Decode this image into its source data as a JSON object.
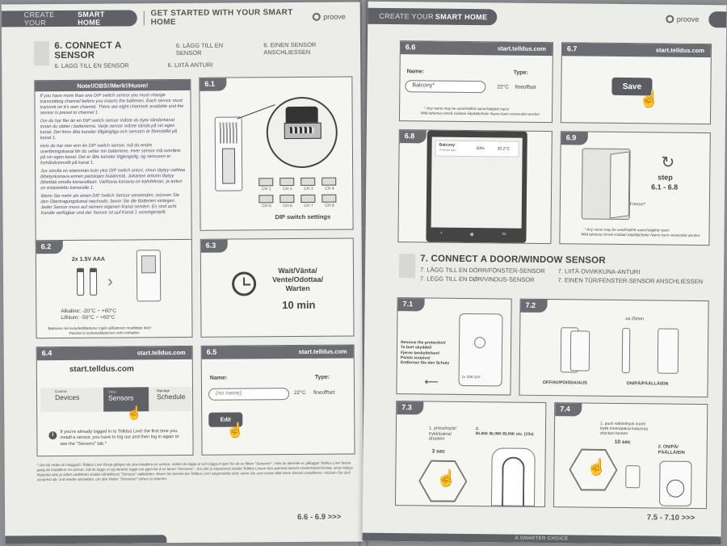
{
  "left": {
    "header": {
      "pill_thin": "CREATE YOUR",
      "pill_bold": "SMART HOME",
      "title": "GET STARTED WITH YOUR SMART HOME",
      "logo": "proove"
    },
    "section6": {
      "title": "6. CONNECT A SENSOR",
      "subs": [
        "6. LÄGG TILL EN SENSOR",
        "6. EINEN SENSOR ANSCHLIESSEN",
        "6. LAGG TILL EN SENSOR",
        "6. LIITÄ ANTURI"
      ]
    },
    "note": {
      "head": "Note!/OBS!/Merk!/Huom!",
      "paras": [
        "If you have more than one DIP switch sensor you must change transmitting channel before you inserts the batteries. Each sensor must transmit on it's own channel. There are eight channels available and the sensor is preset to channel 1.",
        "Om du har fler än en DIP switch sensor måste du byta sändarkanal innan du sätter i batterierna. Varje sensor måste sända på sin egen kanal. Det finns åtta kanaler tillgängliga och sensorn är förinställd på kanal 1.",
        "Hvis du har mer enn én DIP switch sensor, må du endre overføringskanal før du setter inn batteriene. Hver sensor må overføre på sin egen kanal. Det er åtte kanaler tilgjengelig, og sensoren er forhåndsinnstilt på kanal 1.",
        "Jos sinulla on enemmän kuin yksi DIP switch anturi, sinun täytyy vaihtaa lähetyskanava ennen paristojen lisäämistä. Jokaisen anturin täytyy lähettää omalla kanavallaan. Valittavia kanavia on kahdeksan, ja anturi on esiasetettu kanavalle 1.",
        "Wenn Sie mehr als einen DIP Switch Sensor verwenden, müssen Sie den Übertragungskanal wechseln, bevor Sie die Batterien einlegen. Jeder Sensor muss auf seinem eigenen Kanal senden. Es sind acht Kanäle verfügbar und der Sensor ist auf Kanal 1 voreingestellt."
      ]
    },
    "p61": {
      "num": "6.1",
      "channels": [
        "CH 1",
        "CH 2",
        "CH 3",
        "CH 4",
        "CH 5",
        "CH 6",
        "CH 7",
        "CH 8"
      ],
      "caption": "DIP switch settings"
    },
    "p62": {
      "num": "6.2",
      "batt": "2x 1.5V AAA",
      "alk": "Alkaline: -20°C ~ +60°C",
      "lith": "Lithium: -50°C ~ +60°C",
      "note1": "Batteries not included/Batterier ingår ej/Batterier medfølger ikke/",
      "note2": "Paristot ei mukana/Batterien nicht enthalten"
    },
    "p63": {
      "num": "6.3",
      "wait": "Wait/Vänta/\nVente/Odottaa/\nWarten",
      "min": "10 min"
    },
    "p64": {
      "num": "6.4",
      "url": "start.telldus.com",
      "url_big": "start.telldus.com",
      "tabs": [
        {
          "small": "Control",
          "label": "Devices"
        },
        {
          "small": "View",
          "label": "Sensors"
        },
        {
          "small": "Manage",
          "label": "Schedule"
        }
      ],
      "info": "If you're already logged in to Telldus Live! the first time you install a sensor, you have to log out and then log in again to see the \"Sensors\" tab.*"
    },
    "p65": {
      "num": "6.5",
      "url": "start.telldus.com",
      "name": "Name:",
      "type": "Type:",
      "value": "(no name)",
      "temp": "22°C",
      "offset": "fineoffset",
      "edit": "Edit"
    },
    "footnotes": "* Om du redan är inloggad i Telldus Live! första gången du ska installera en sensor, måste du logga ut och logga in igen för att se fliken \"Sensorer\". Hvis du allerede er pålogget Telldus Live! første gang du installerer en sensor, må du logge ut og deretter logge inn igjen for å se fanen \"Sensorer\". Jos olet jo kirjautunut sisään Telldus Liveen kun asennat anturin ensimmäistä kertaa, sinun täytyy kirjautua ulos ja sitten uudelleen sisään nähdäksesi \"Sensors\"-välilehden. Wenn Sie bereits bei Telldus Live! angemeldet sind, wenn Sie zum ersten Mal einen Sensor installieren, müssen Sie sich zunächst ab- und wieder anmelden, um den Reiter \"Sensoren\" sehen zu können.",
    "nav": "6.6 - 6.9 >>>"
  },
  "right": {
    "header": {
      "pill_thin": "CREATE YOUR",
      "pill_bold": "SMART HOME",
      "logo": "proove"
    },
    "p66": {
      "num": "6.6",
      "url": "start.telldus.com",
      "name": "Name:",
      "type": "Type:",
      "value": "Balcony*",
      "temp": "22°C",
      "offset": "fineoffset",
      "note1": "* Any name may be used/Valfritt namn/Valgfritt navn/",
      "note2": "Mitä tahansa nimeä voidaan käyttää/Jeder Name kann verwendet werden"
    },
    "p67": {
      "num": "6.7",
      "url": "start.telldus.com",
      "save": "Save"
    },
    "p68": {
      "num": "6.8",
      "app_name": "Balcony",
      "app_sub": "A minute ago",
      "hum": "50%",
      "temp": "20.2°C"
    },
    "p69": {
      "num": "6.9",
      "freezer": "Freezer*",
      "step": "step",
      "range": "6.1 - 6.8",
      "note1": "* Any name may be used/Valfritt namn/Valgfritt navn/",
      "note2": "Mitä tahansa nimeä voidaan käyttää/Jeder Name kann verwendet werden"
    },
    "section7": {
      "title": "7. CONNECT A DOOR/WINDOW SENSOR",
      "subs": [
        "7. LÄGG TILL EN DÖRR/FÖNSTER-SENSOR",
        "7. LIITÄ OVI/IKKUNA-ANTURI",
        "7. LEGG TILL EN DØR/VINDUS-SENSOR",
        "7. EINEN TÜR/FENSTER-SENSOR ANSCHLIESSEN"
      ]
    },
    "p71": {
      "num": "7.1",
      "remove": "Remove the protection/\nTa bort skyddet/\nFjerne beskyttelsen/\nPoista suojaus/\nEntfernen Sie den Schutz",
      "battery": "1x 23A 12V"
    },
    "p72": {
      "num": "7.2",
      "gap": "ca 25mm",
      "off": "OFF/AV/POISSA/AUS",
      "on": "ON/PÅ/PÄÄLLÄ/EIN"
    },
    "p73": {
      "num": "7.3",
      "press": "1. press/tryck/\ntrykk/paina/\ndrücken",
      "sec": "3 sec",
      "blink": "2.\nBLINK BLINK BLINK etc. (10s)"
    },
    "p74": {
      "num": "7.4",
      "push": "1. push within/tryck inom/\ntrykk innen/paina kuluessa\ndrücken binnen",
      "sec": "10 sec",
      "on": "2. ON/PÅ/\nPÄÄLLÄ/EIN"
    },
    "nav": "7.5 - 7.10 >>>",
    "bottom": "A SMARTER CHOICE"
  }
}
